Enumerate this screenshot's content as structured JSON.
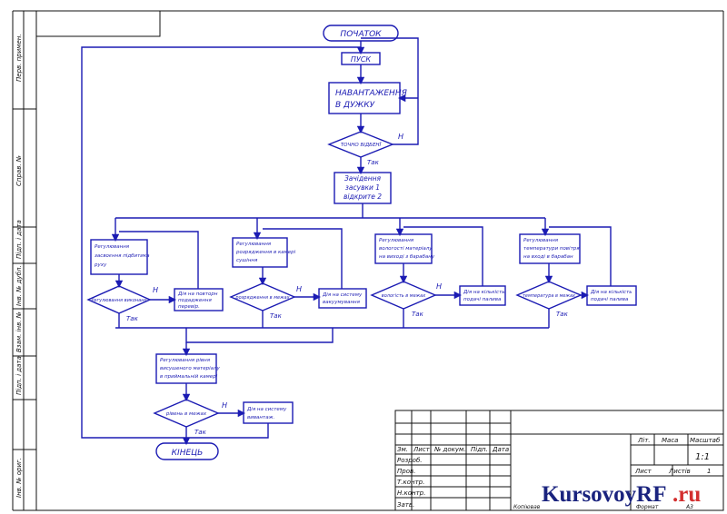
{
  "flowchart": {
    "start": "ПОЧАТОК",
    "launch": "ПУСК",
    "load": [
      "НАВАНТАЖЕННЯ",
      "В ДУЖКУ"
    ],
    "decision_loaded": "ТОЧНО ВІДБЕНЇ",
    "label_no": "Н",
    "label_yes": "Так",
    "open": [
      "Зачідення",
      "засувки 1",
      "відкрите 2"
    ],
    "branches": [
      {
        "process": [
          "Регулювання",
          "засвоєння підбитика",
          "руху"
        ],
        "decision": "Регулювання виконане",
        "action": [
          "Дія на повторн",
          "подадження",
          "перевір."
        ]
      },
      {
        "process": [
          "Регулювання",
          "розрядження в камері",
          "сушіння"
        ],
        "decision": "розрядження в межах",
        "action": [
          "Дія на систему",
          "вакуумування"
        ]
      },
      {
        "process": [
          "Регулювання",
          "вологості матеріалу",
          "на виході з барабану"
        ],
        "decision": "вологість в межах",
        "action": [
          "Дія на кількість",
          "подачі палива"
        ]
      },
      {
        "process": [
          "Регулювання",
          "температури повітря",
          "на вході в барабан"
        ],
        "decision": "температура в межах",
        "action": [
          "Дія на кількість",
          "подачі палива"
        ]
      }
    ],
    "level_process": [
      "Регулювання рівня",
      "висушеного матеріалу",
      "в приймальній камері"
    ],
    "level_decision": "рівень в межах",
    "level_action": [
      "Дія на систему",
      "вивантаж."
    ],
    "end": "КІНЕЦЬ"
  },
  "frame": {
    "side_labels": [
      "Перв. примен.",
      "Справ. №",
      "Підп. і дата",
      "Інв. № дубл.",
      "Взам. інв. №",
      "Підп. і дата",
      "Інв. № ориг."
    ]
  },
  "title_block": {
    "headers": [
      "Зм.",
      "Лист",
      "№ докум.",
      "Підп.",
      "Дата"
    ],
    "roles": [
      "Розроб.",
      "Пров.",
      "Т.контр.",
      "",
      "Н.контр.",
      "Затв."
    ],
    "lit": "Літ.",
    "mass": "Маса",
    "scale": "Масштаб",
    "scale_value": "1:1",
    "sheet": "Лист",
    "sheets": "Листів",
    "sheets_value": "1",
    "copied": "Копіював",
    "format": "Формат",
    "format_value": "А3"
  },
  "watermark": {
    "part1": "KursovoyRF",
    "part2": ".ru"
  }
}
